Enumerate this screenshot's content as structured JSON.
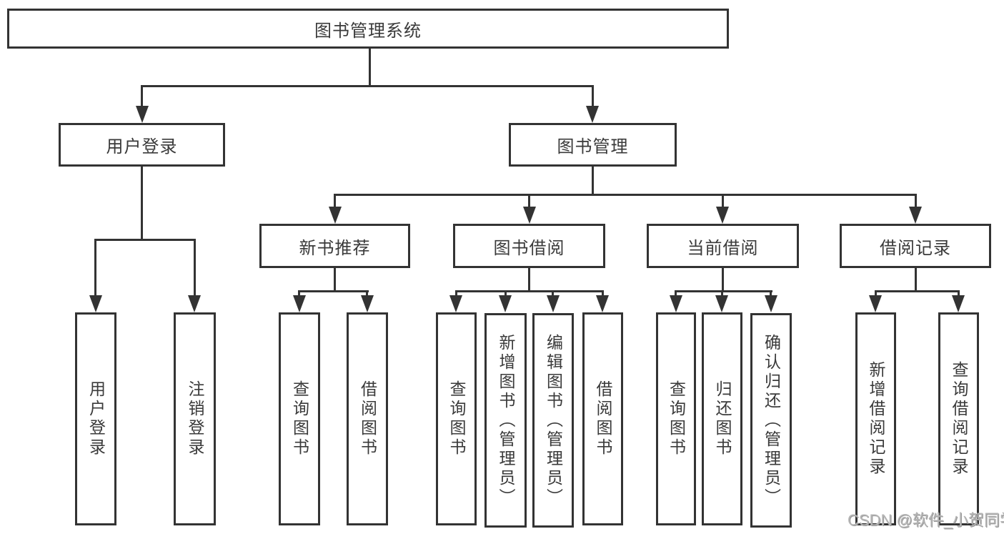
{
  "colors": {
    "line": "#333333",
    "text": "#3a3a3a",
    "watermark": "#b5b5b5"
  },
  "diagram_type": "functional-structure-tree",
  "nodes": {
    "root": "图书管理系统",
    "user_login": "用户登录",
    "book_management": "图书管理",
    "new_book_recommend": "新书推荐",
    "book_borrowing": "图书借阅",
    "current_borrowing": "当前借阅",
    "borrowing_records": "借阅记录"
  },
  "leaves": {
    "user_login": "用户登录",
    "logout": "注销登录",
    "recommend_query_books": "查询图书",
    "recommend_borrow_books": "借阅图书",
    "borrow_query_books": "查询图书",
    "borrow_add_books": "新增图书（管理员）",
    "borrow_edit_books": "编辑图书（管理员）",
    "borrow_borrow_books": "借阅图书",
    "current_query_books": "查询图书",
    "current_return_books": "归还图书",
    "current_confirm_return": "确认归还（管理员）",
    "records_add_record": "新增借阅记录",
    "records_query_record": "查询借阅记录"
  },
  "watermark": "CSDN @软件_小贺同学"
}
